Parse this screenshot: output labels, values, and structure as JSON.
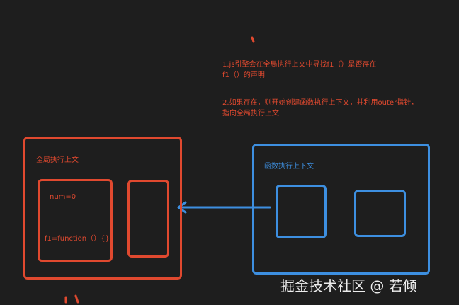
{
  "notes": {
    "line1a": "1.js引擎会在全局执行上文中寻找f1（）是否存在",
    "line1b": "f1（）的声明",
    "line2a": "2.如果存在，则开始创建函数执行上下文，并利用outer指针，",
    "line2b": "指向全局执行上文"
  },
  "global_context": {
    "title": "全局执行上文",
    "var_num": "num=0",
    "var_f1": "f1=function（）{}"
  },
  "function_context": {
    "title": "函数执行上下文"
  },
  "watermark": "掘金技术社区 @ 若倾",
  "colors": {
    "background": "#1e1e1e",
    "red": "#e0492f",
    "blue": "#3d8fe0"
  }
}
